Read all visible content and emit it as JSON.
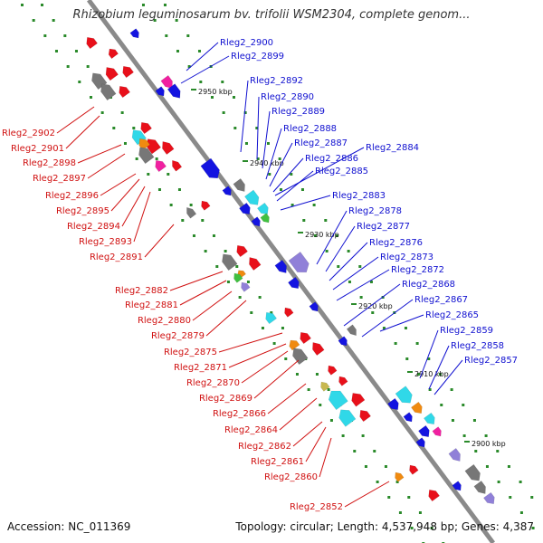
{
  "title": "Rhizobium leguminosarum bv. trifolii WSM2304, complete genom...",
  "footer": {
    "accession": "Accession: NC_011369",
    "summary": "Topology: circular; Length: 4,537,948 bp; Genes: 4,387"
  },
  "colors": {
    "forward_label": "#1010d0",
    "reverse_label": "#d01010",
    "backbone": "#888888",
    "tick": "#2a8a2a"
  },
  "kbp_ticks": [
    "2950 kbp",
    "2940 kbp",
    "2930 kbp",
    "2920 kbp",
    "2910 kbp",
    "2900 kbp"
  ],
  "forward_labels": [
    "Rleg2_2900",
    "Rleg2_2899",
    "Rleg2_2892",
    "Rleg2_2890",
    "Rleg2_2889",
    "Rleg2_2888",
    "Rleg2_2887",
    "Rleg2_2884",
    "Rleg2_2886",
    "Rleg2_2885",
    "Rleg2_2883",
    "Rleg2_2878",
    "Rleg2_2877",
    "Rleg2_2876",
    "Rleg2_2873",
    "Rleg2_2872",
    "Rleg2_2868",
    "Rleg2_2867",
    "Rleg2_2865",
    "Rleg2_2859",
    "Rleg2_2858",
    "Rleg2_2857"
  ],
  "reverse_labels": [
    "Rleg2_2902",
    "Rleg2_2901",
    "Rleg2_2898",
    "Rleg2_2897",
    "Rleg2_2896",
    "Rleg2_2895",
    "Rleg2_2894",
    "Rleg2_2893",
    "Rleg2_2891",
    "Rleg2_2882",
    "Rleg2_2881",
    "Rleg2_2880",
    "Rleg2_2879",
    "Rleg2_2875",
    "Rleg2_2871",
    "Rleg2_2870",
    "Rleg2_2869",
    "Rleg2_2866",
    "Rleg2_2864",
    "Rleg2_2862",
    "Rleg2_2861",
    "Rleg2_2860",
    "Rleg2_2852"
  ]
}
